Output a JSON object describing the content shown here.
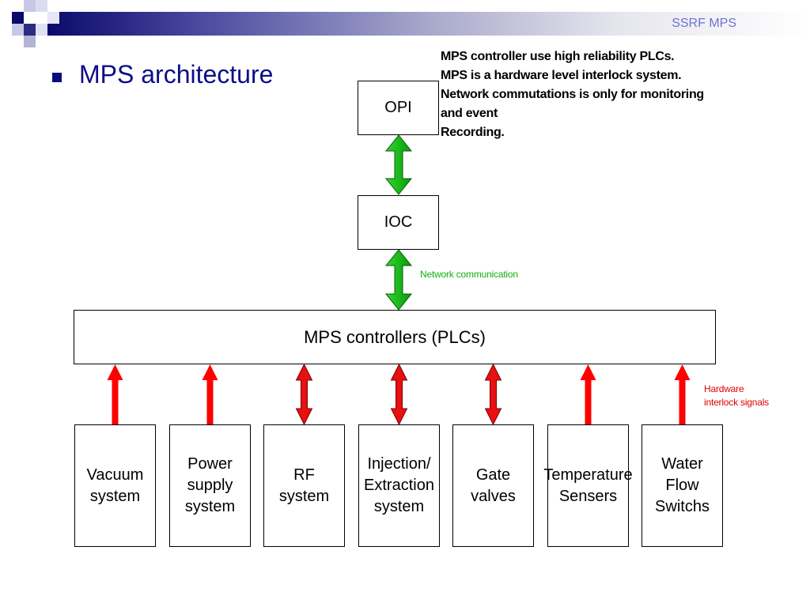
{
  "header": {
    "text": "SSRF MPS"
  },
  "title": "MPS architecture",
  "notes": [
    "MPS controller use high reliability PLCs.",
    "MPS is a hardware level interlock system.",
    "Network commutations is only  for monitoring",
    "and event",
    "Recording."
  ],
  "nodes": {
    "opi": "OPI",
    "ioc": "IOC",
    "plc": "MPS controllers (PLCs)"
  },
  "labels": {
    "network": "Network communication",
    "hardware": [
      "Hardware",
      "interlock signals"
    ]
  },
  "subsystems": [
    {
      "lines": [
        "Vacuum",
        "system"
      ],
      "arrow": "up"
    },
    {
      "lines": [
        "Power",
        "supply",
        "system"
      ],
      "arrow": "up"
    },
    {
      "lines": [
        "RF",
        "system"
      ],
      "arrow": "both"
    },
    {
      "lines": [
        "Injection/",
        "Extraction",
        "system"
      ],
      "arrow": "both"
    },
    {
      "lines": [
        "Gate",
        "valves"
      ],
      "arrow": "both"
    },
    {
      "lines": [
        "Temperature",
        "Sensers"
      ],
      "arrow": "up"
    },
    {
      "lines": [
        "Water",
        "Flow",
        "Switchs"
      ],
      "arrow": "up"
    }
  ],
  "colors": {
    "network_arrow": "#10c010",
    "hardware_arrow": "#ff0000",
    "title": "#0d0d8a"
  }
}
